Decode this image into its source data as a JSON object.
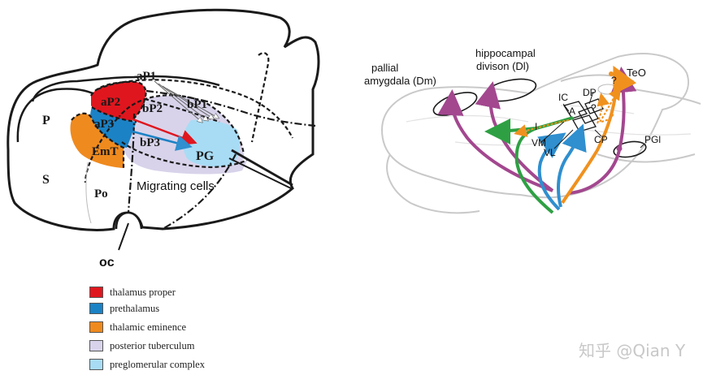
{
  "left_diagram": {
    "regions": {
      "aP2": "aP2",
      "aP3": "aP3",
      "EmT": "EmT",
      "bP2": "bP2",
      "bP3": "bP3",
      "PG": "PG",
      "aP1": "aP1",
      "bP1": "bP1",
      "P": "P",
      "S": "S",
      "Po": "Po"
    },
    "migrating_label": "Migrating cells",
    "oc_label": "oc"
  },
  "legend": [
    {
      "label": "thalamus proper",
      "color": "#e0161e"
    },
    {
      "label": "prethalamus",
      "color": "#1b82c5"
    },
    {
      "label": "thalamic eminence",
      "color": "#ef8a1e"
    },
    {
      "label": "posterior tuberculum",
      "color": "#d8d3ea"
    },
    {
      "label": "preglomerular complex",
      "color": "#a8dcf5"
    }
  ],
  "right_diagram": {
    "labels": {
      "pallial_line1": "pallial",
      "pallial_line2": "amygdala (Dm)",
      "hippo_line1": "hippocampal",
      "hippo_line2": "divison (Dl)",
      "TeO": "TeO",
      "IC": "IC",
      "DP": "DP",
      "q1": "?",
      "q2": "?",
      "A": "A",
      "I": "I",
      "VM": "VM",
      "VL": "VL",
      "CP": "CP",
      "PGl": "PGl"
    },
    "colors": {
      "purple": "#a3478f",
      "green": "#2ea043",
      "blue": "#2f8fcf",
      "orange": "#f0911e"
    }
  },
  "watermark": "知乎 @Qian Y"
}
